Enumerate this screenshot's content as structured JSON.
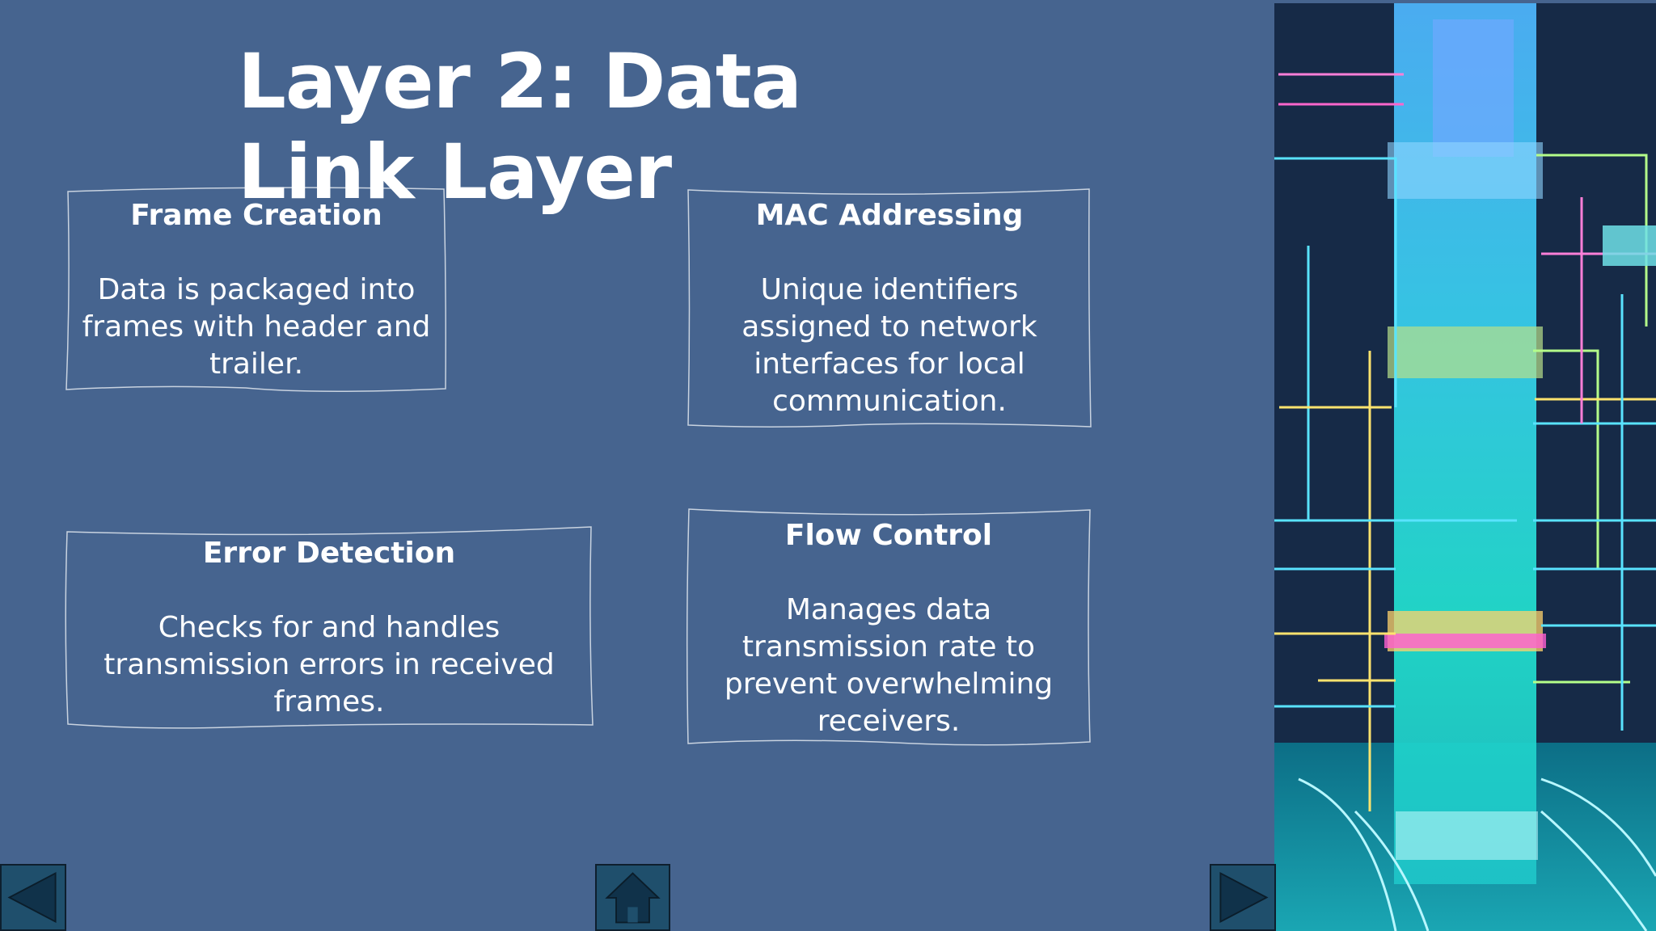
{
  "slide": {
    "title": "Layer 2: Data Link Layer"
  },
  "cards": [
    {
      "heading": "Frame Creation",
      "body": "Data is packaged into frames with header and trailer."
    },
    {
      "heading": "MAC Addressing",
      "body": "Unique identifiers assigned to network interfaces for local communication."
    },
    {
      "heading": "Error Detection",
      "body": "Checks for and handles transmission errors in received frames."
    },
    {
      "heading": "Flow Control",
      "body": "Manages data transmission rate to prevent overwhelming receivers."
    }
  ],
  "navigation": {
    "previous_icon": "triangle-left-icon",
    "home_icon": "house-icon",
    "next_icon": "triangle-right-icon"
  },
  "colors": {
    "background": "#46648f",
    "text": "#ffffff",
    "nav_button_fill": "#1f4f6c",
    "illustration_background": "#162a47"
  }
}
